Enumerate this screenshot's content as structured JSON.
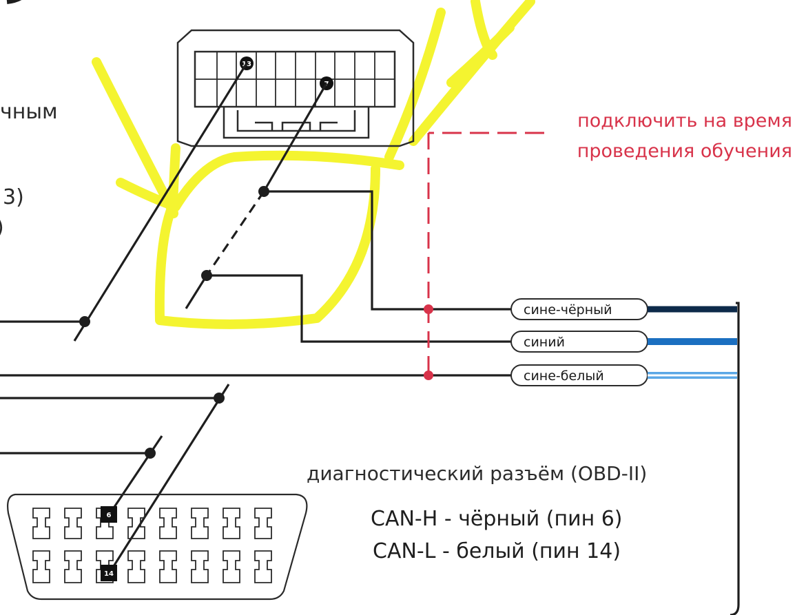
{
  "left_fragments": [
    "чным",
    "3)",
    ")"
  ],
  "note": {
    "line1": "подключить на время",
    "line2": "проведения обучения"
  },
  "wires": [
    {
      "label": "сине-чёрный",
      "color": "#0d2a4a"
    },
    {
      "label": "синий",
      "color": "#1b6fc0"
    },
    {
      "label": "сине-белый",
      "color": "#5aa7e6"
    }
  ],
  "obd": {
    "title": "диагностический  разъём (OBD-II)",
    "can_h": "CAN-H - чёрный (пин 6)",
    "can_l": "CAN-L - белый (пин 14)"
  },
  "top_connector_pins": [
    "13",
    "7"
  ],
  "obd_connector_pins": [
    "6",
    "14"
  ],
  "colors": {
    "line": "#1e1e1e",
    "note_red": "#d8334a",
    "highlight": "#f3f31a"
  }
}
